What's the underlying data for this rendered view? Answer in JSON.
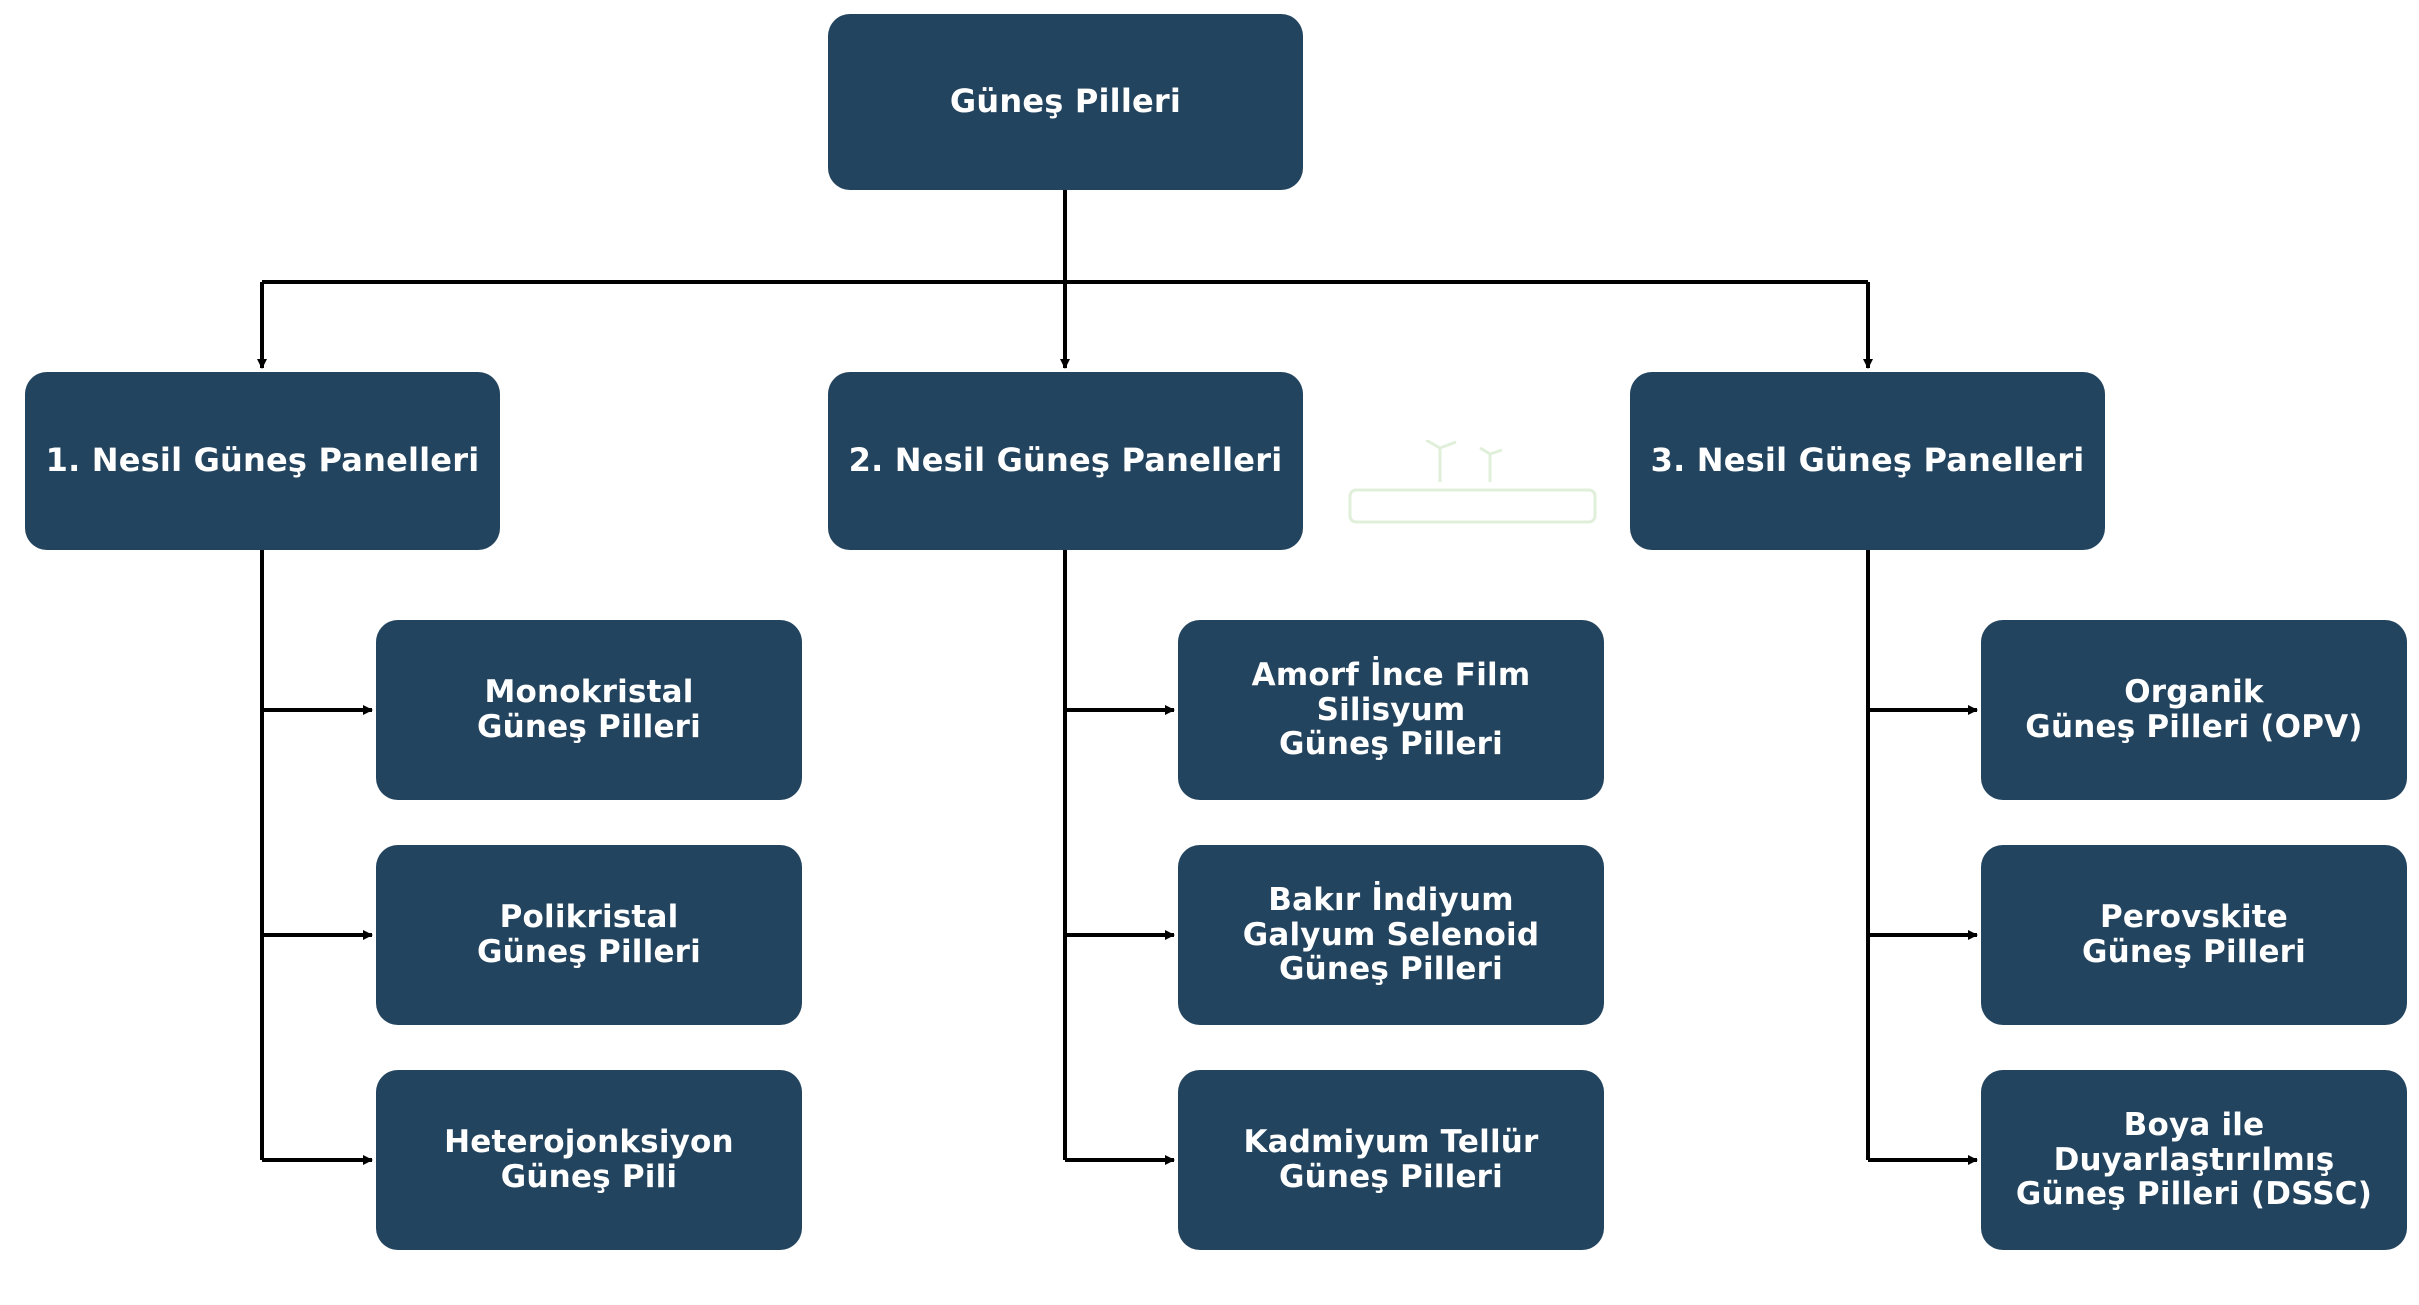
{
  "diagram": {
    "root": "Güneş Pilleri",
    "generations": [
      {
        "label": "1. Nesil Güneş Panelleri",
        "children": [
          "Monokristal\nGüneş Pilleri",
          "Polikristal\nGüneş Pilleri",
          "Heterojonksiyon\nGüneş Pili"
        ]
      },
      {
        "label": "2. Nesil Güneş Panelleri",
        "children": [
          "Amorf İnce Film\nSilisyum\nGüneş Pilleri",
          "Bakır İndiyum\nGalyum Selenoid\nGüneş Pilleri",
          "Kadmiyum Tellür\nGüneş Pilleri"
        ]
      },
      {
        "label": "3. Nesil Güneş Panelleri",
        "children": [
          "Organik\nGüneş Pilleri (OPV)",
          "Perovskite\nGüneş Pilleri",
          "Boya ile\nDuyarlaştırılmış\nGüneş Pilleri (DSSC)"
        ]
      }
    ],
    "colors": {
      "box_fill": "#23445f",
      "box_text": "#ffffff",
      "connector": "#000000",
      "background": "#ffffff"
    }
  }
}
